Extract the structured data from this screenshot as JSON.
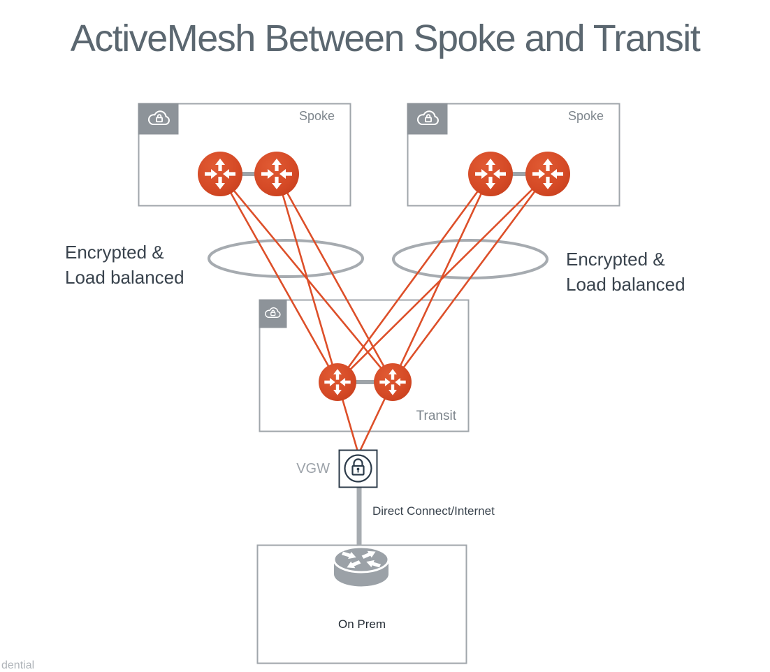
{
  "title": "ActiveMesh Between Spoke and Transit",
  "boxes": {
    "spoke_left": {
      "label": "Spoke"
    },
    "spoke_right": {
      "label": "Spoke"
    },
    "transit": {
      "label": "Transit"
    },
    "on_prem": {
      "label": "On Prem"
    }
  },
  "notes": {
    "left": {
      "line1": "Encrypted &",
      "line2": "Load balanced"
    },
    "right": {
      "line1": "Encrypted &",
      "line2": "Load balanced"
    }
  },
  "vgw": {
    "label": "VGW"
  },
  "link_label": "Direct Connect/Internet",
  "watermark": "dential",
  "icons": [
    "cloud-lock-icon",
    "gateway-icon",
    "vgw-lock-icon",
    "router-icon"
  ],
  "colors": {
    "title_text": "#5B6770",
    "box_border": "#A0A6AB",
    "corner_tab": "#8D9399",
    "box_label": "#7E868D",
    "note_text": "#39434D",
    "gateway_orange": "#D54A26",
    "link_orange": "#DD4F29",
    "connector_gray": "#9EA4A9",
    "ellipse_gray": "#A6ABB0",
    "vgw_navy": "#2C3B4A",
    "vgw_label": "#9CA2A9",
    "router_gray": "#9BA1A7",
    "watermark_gray": "#AFB4B9"
  }
}
